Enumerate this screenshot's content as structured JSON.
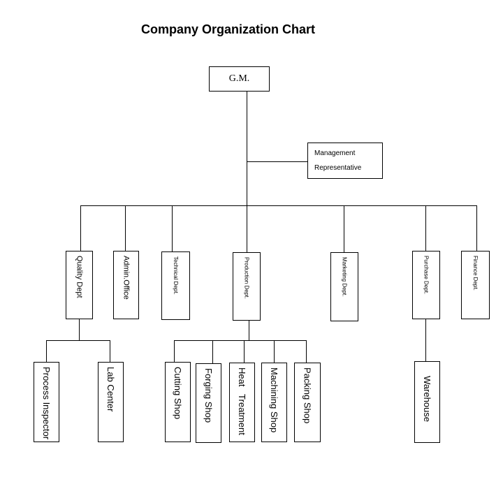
{
  "title": "Company Organization Chart",
  "top": {
    "gm": "G.M.",
    "mgmt_line1": "Management",
    "mgmt_line2": "Representative"
  },
  "departments": {
    "quality": "Quality Dept",
    "admin": "Admin.Office",
    "technical": "Technical Dept.",
    "production": "Production Dept.",
    "marketing": "Marketing Dept.",
    "purchase": "Purchase Dept.",
    "finance": "Finance Dept."
  },
  "units": {
    "process_inspector": "Process Inspector",
    "lab_center": "Lab Center",
    "cutting_shop": "Cutting Shop",
    "forging_shop": "Forging Shop",
    "heat_treatment": "Heat   Treatment",
    "machining_shop": "Machining Shop",
    "packing_shop": "Packing Shop",
    "warehouse": "Warehouse"
  }
}
